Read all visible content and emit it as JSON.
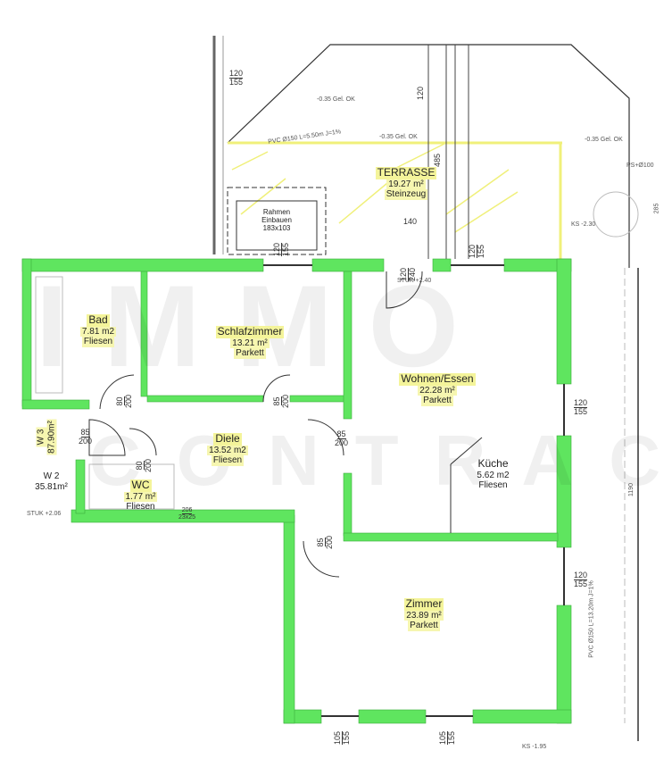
{
  "watermark": {
    "line1": "IMMO",
    "line2": "CONTRACT"
  },
  "colors": {
    "wall_highlight": "#4fe04f",
    "label_highlight": "#f4f49a",
    "terrace_hatch": "#f0f07a"
  },
  "rooms": {
    "terrasse": {
      "name": "TERRASSE",
      "area": "19.27 m²",
      "floor": "Steinzeug"
    },
    "bad": {
      "name": "Bad",
      "area": "7.81 m2",
      "floor": "Fliesen"
    },
    "schlafzimmer": {
      "name": "Schlafzimmer",
      "area": "13.21 m²",
      "floor": "Parkett"
    },
    "wohnen": {
      "name": "Wohnen/Essen",
      "area": "22.28 m²",
      "floor": "Parkett"
    },
    "diele": {
      "name": "Diele",
      "area": "13.52 m2",
      "floor": "Fliesen"
    },
    "kueche": {
      "name": "Küche",
      "area": "5.62 m2",
      "floor": "Fliesen"
    },
    "wc": {
      "name": "WC",
      "area": "1.77 m²",
      "floor": "Fliesen"
    },
    "zimmer": {
      "name": "Zimmer",
      "area": "23.89 m²",
      "floor": "Parkett"
    },
    "w3": {
      "name": "W 3",
      "area": "87.90m²"
    },
    "w2": {
      "name": "W 2",
      "area": "35.81m²"
    }
  },
  "rahmen": {
    "line1": "Rahmen",
    "line2": "Einbauen",
    "line3": "183x103"
  },
  "dimensions": {
    "d1": [
      "120",
      "155"
    ],
    "d2": [
      "120",
      "155"
    ],
    "d3": [
      "120",
      "240"
    ],
    "d4": [
      "120",
      "155"
    ],
    "d5": [
      "80",
      "200"
    ],
    "d6": [
      "85",
      "200"
    ],
    "d7": [
      "85",
      "200"
    ],
    "d8": [
      "85",
      "200"
    ],
    "d9": [
      "80",
      "200"
    ],
    "d10": [
      "120",
      "155"
    ],
    "d11": [
      "85",
      "200"
    ],
    "d12": [
      "120",
      "155"
    ],
    "d13": [
      "105",
      "155"
    ],
    "d14": [
      "105",
      "155"
    ],
    "d15": "140",
    "d16": "120",
    "d17": "485",
    "d18": [
      "206",
      "23x25"
    ]
  },
  "notes": {
    "stuk1": "STUK +2.40",
    "stuk2": "STUK +2.06",
    "oks1": "-0.35 Gel. OK",
    "oks2": "-0.35 Gel. OK",
    "oks3": "-0.35 Gel. OK",
    "pvc1": "PVC Ø150 L=5.50m J=1%",
    "pvc2": "PVC Ø150 L=13.20m J=1%",
    "ks1": "KS -2.30",
    "ks2": "KS -1.95",
    "ps": "PS+Ø100",
    "dim_right": "1190",
    "dim_285": "285"
  }
}
